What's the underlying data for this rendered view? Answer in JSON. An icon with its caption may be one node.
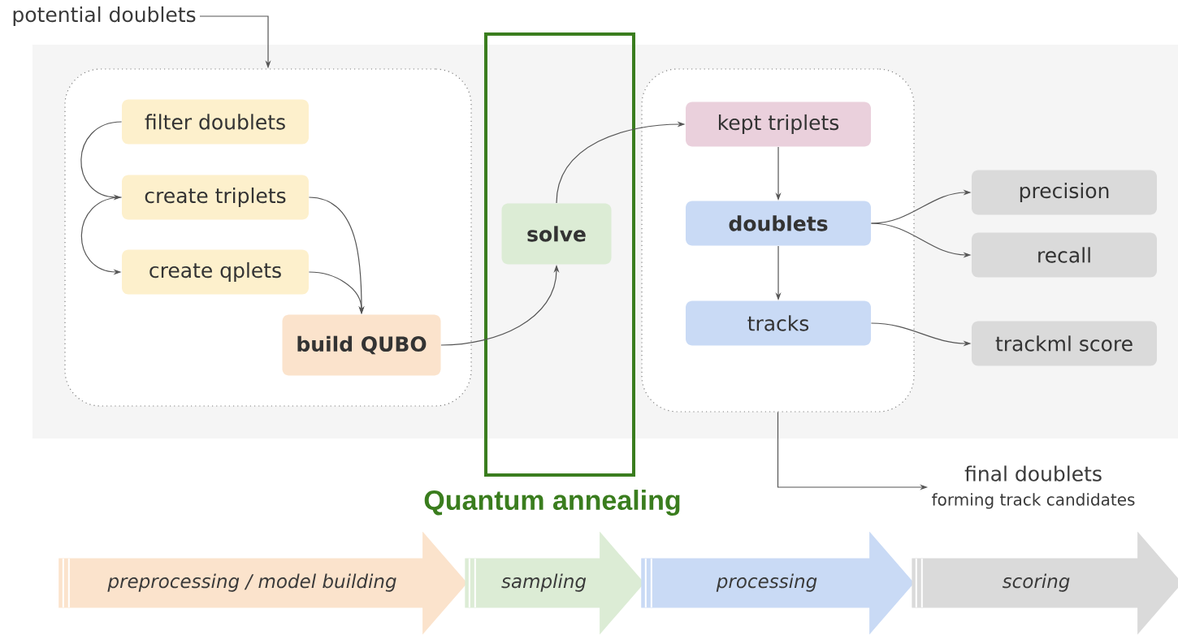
{
  "diagram": {
    "nodes": [
      {
        "text": [
          "potential doublets"
        ]
      },
      {
        "text": [],
        "shape": "box"
      },
      {
        "text": [
          "filter doublets"
        ],
        "in": 1
      },
      {
        "text": [
          "create triplets"
        ],
        "in": 1
      },
      {
        "text": [
          "create qplets"
        ],
        "in": 1
      },
      {
        "text": [
          "build QUBO"
        ],
        "in": 1
      },
      {
        "text": [
          "Quantum annealing"
        ]
      },
      {
        "text": [
          "solve"
        ],
        "in": 6
      },
      {
        "text": [],
        "shape": "box"
      },
      {
        "text": [
          "kept triplets"
        ],
        "in": 8
      },
      {
        "text": [
          "doublets"
        ],
        "in": 8
      },
      {
        "text": [
          "tracks"
        ],
        "in": 8
      },
      {
        "text": [
          "precision"
        ]
      },
      {
        "text": [
          "recall"
        ]
      },
      {
        "text": [
          "trackml score"
        ]
      },
      {
        "text": [
          "final doublets",
          "forming track candidates"
        ]
      },
      {
        "text": [
          "preprocessing / model building"
        ]
      },
      {
        "text": [
          "sampling"
        ]
      },
      {
        "text": [
          "processing"
        ]
      },
      {
        "text": [
          "scoring"
        ]
      }
    ],
    "edges": [
      {
        "from": 0,
        "to": 1,
        "arrow": "to"
      },
      {
        "from": 2,
        "to": 3,
        "arrow": "to"
      },
      {
        "from": 3,
        "to": 4,
        "arrow": "to"
      },
      {
        "from": 3,
        "to": 5,
        "arrow": "to"
      },
      {
        "from": 4,
        "to": 5,
        "arrow": "to"
      },
      {
        "from": 5,
        "to": 7,
        "arrow": "to"
      },
      {
        "from": 7,
        "to": 9,
        "arrow": "to"
      },
      {
        "from": 9,
        "to": 10,
        "arrow": "to"
      },
      {
        "from": 10,
        "to": 11,
        "arrow": "to"
      },
      {
        "from": 10,
        "to": 12,
        "arrow": "to"
      },
      {
        "from": 10,
        "to": 13,
        "arrow": "to"
      },
      {
        "from": 11,
        "to": 14,
        "arrow": "to"
      },
      {
        "from": 8,
        "to": 15,
        "arrow": "to"
      }
    ]
  }
}
